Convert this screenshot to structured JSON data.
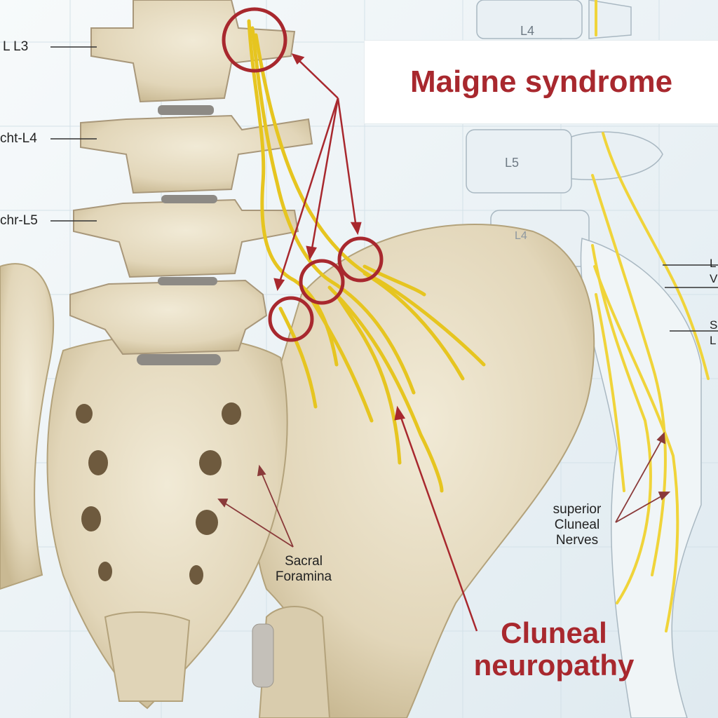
{
  "title": "Maigne syndrome",
  "subtitle_lower": "Cluneal neuropathy",
  "vertebra_labels_left": [
    "L    L3",
    "cht-L4",
    "chr-L5"
  ],
  "vertebra_labels_right": [
    "L4",
    "L5",
    "L4"
  ],
  "annotations": {
    "sacral_foramina": "Sacral Foramina",
    "superior_cluneal": "superior Cluneal Nerves"
  },
  "right_edge_partial_labels": [
    "L",
    "V",
    "S",
    "L"
  ],
  "colors": {
    "accent_red": "#a8282e",
    "bone": "#e6dcc3",
    "nerve": "#f0d43a",
    "background": "#eef5f8"
  }
}
